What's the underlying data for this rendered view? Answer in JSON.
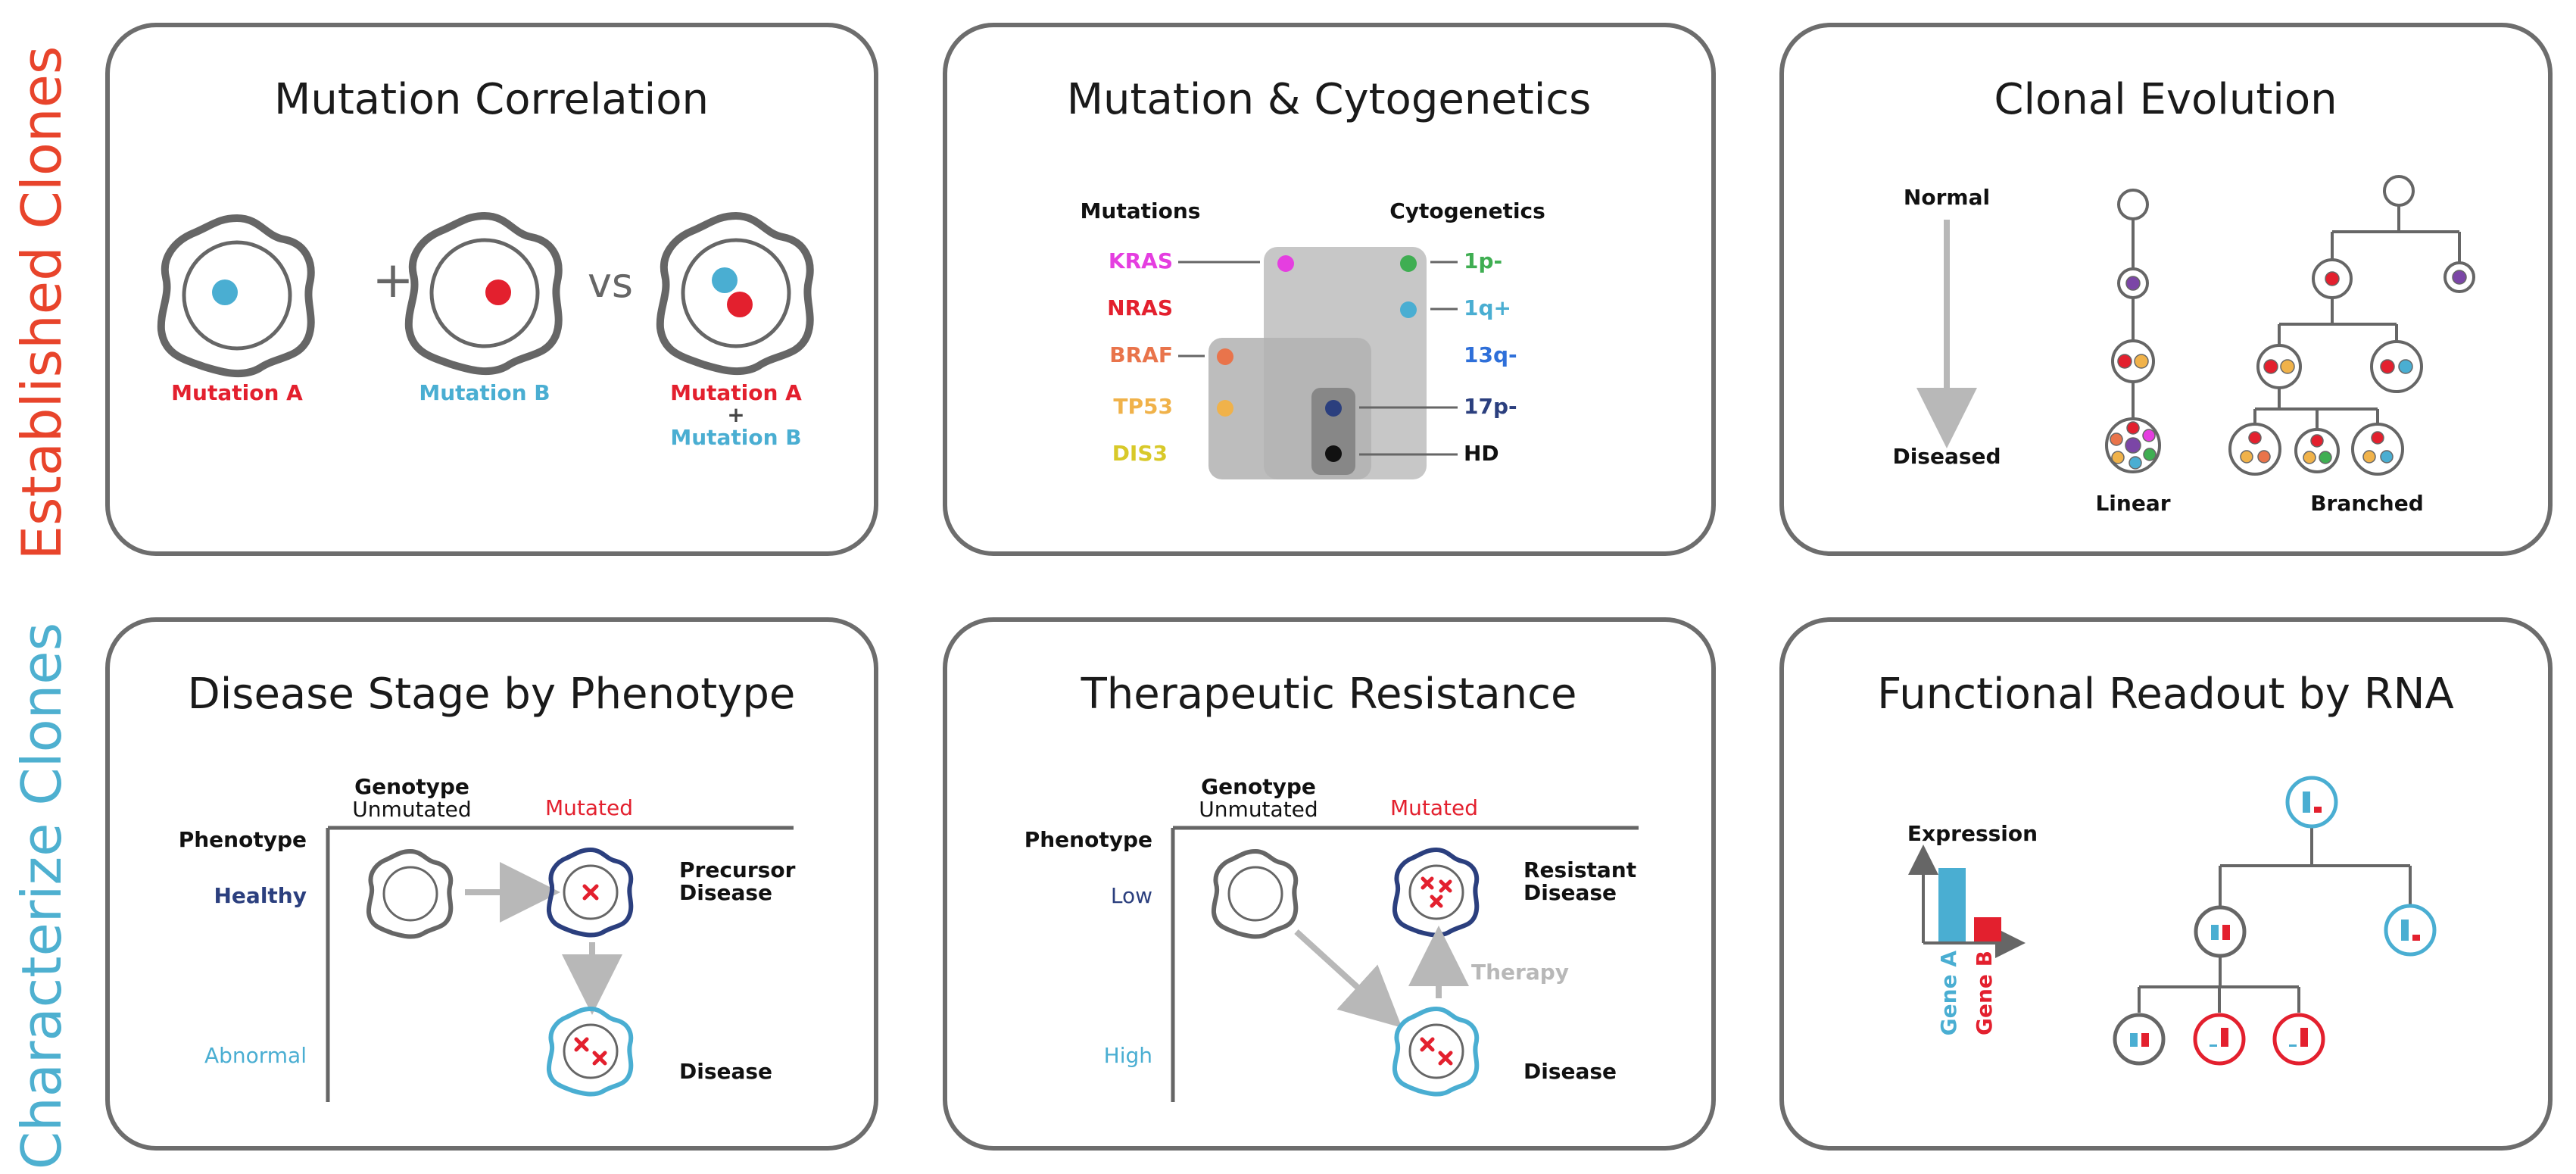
{
  "rows": {
    "established": {
      "label": "Established Clones",
      "color": "#e8442b"
    },
    "characterize": {
      "label": "Characterize Clones",
      "color": "#4eb0d0"
    }
  },
  "colors": {
    "red": "#e3202e",
    "blue": "#4aaed2",
    "navy": "#2b3f7e",
    "gray": "#666666",
    "light_gray": "#b8b8b8",
    "magenta": "#e53ee0",
    "orange": "#e9744b",
    "yellow_orange": "#f0b24a",
    "yellow": "#d8c929",
    "green": "#3fae52",
    "purple": "#7b46a6",
    "royal_blue": "#2e6fd9"
  },
  "panels": {
    "mutation_correlation": {
      "title": "Mutation Correlation",
      "plus": "+",
      "vs": "vs",
      "label_a": "Mutation A",
      "label_b": "Mutation B",
      "label_ab_a": "Mutation A",
      "label_ab_plus": "+",
      "label_ab_b": "Mutation B"
    },
    "mutation_cytogenetics": {
      "title": "Mutation & Cytogenetics",
      "mutations_header": "Mutations",
      "cytogenetics_header": "Cytogenetics",
      "mutations": [
        {
          "name": "KRAS",
          "color": "#e53ee0"
        },
        {
          "name": "NRAS",
          "color": "#e3202e"
        },
        {
          "name": "BRAF",
          "color": "#e9744b"
        },
        {
          "name": "TP53",
          "color": "#f0b24a"
        },
        {
          "name": "DIS3",
          "color": "#d8c929"
        }
      ],
      "cytogenetics": [
        {
          "name": "1p-",
          "color": "#3fae52"
        },
        {
          "name": "1q+",
          "color": "#4aaed2"
        },
        {
          "name": "13q-",
          "color": "#2e6fd9"
        },
        {
          "name": "17p-",
          "color": "#2b3f7e"
        },
        {
          "name": "HD",
          "color": "#111111"
        }
      ]
    },
    "clonal_evolution": {
      "title": "Clonal Evolution",
      "normal": "Normal",
      "diseased": "Diseased",
      "linear": "Linear",
      "branched": "Branched"
    },
    "disease_stage": {
      "title": "Disease Stage by Phenotype",
      "genotype": "Genotype",
      "unmutated": "Unmutated",
      "mutated": "Mutated",
      "phenotype": "Phenotype",
      "healthy": "Healthy",
      "abnormal": "Abnormal",
      "precursor_1": "Precursor",
      "precursor_2": "Disease",
      "disease": "Disease"
    },
    "therapeutic_resistance": {
      "title": "Therapeutic Resistance",
      "genotype": "Genotype",
      "unmutated": "Unmutated",
      "mutated": "Mutated",
      "phenotype": "Phenotype",
      "low": "Low",
      "high": "High",
      "resistant_1": "Resistant",
      "resistant_2": "Disease",
      "therapy": "Therapy",
      "disease": "Disease"
    },
    "functional_readout": {
      "title": "Functional Readout by RNA",
      "expression": "Expression",
      "gene_a": "Gene A",
      "gene_b": "Gene B",
      "bar_gene_a": 0.9,
      "bar_gene_b": 0.3
    }
  }
}
